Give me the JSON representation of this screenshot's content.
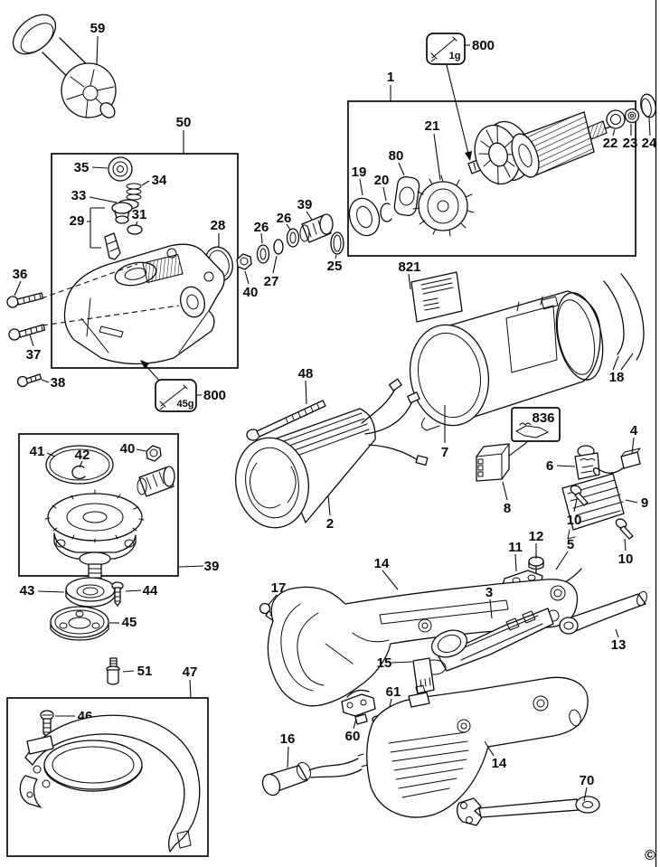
{
  "diagram": {
    "kind": "exploded-parts-diagram",
    "subject": "angle-grinder",
    "copyright_symbol": "©",
    "ink_color": "#0a0a0a",
    "paper_color": "#ffffff"
  },
  "part_numbers": {
    "side_handle": "59",
    "gearcase_group": "50",
    "bearing_35": "35",
    "spring_34": "34",
    "ring_33": "33",
    "spindle_lock_29": "29",
    "o_ring_31": "31",
    "ring_28": "28",
    "screw_36": "36",
    "screw_37": "37",
    "screw_38": "38",
    "grease_gear_ref": "800",
    "grease_gear_qty": "45g",
    "nut_40_top": "40",
    "washer_26_a": "26",
    "ring_27": "27",
    "washer_26_b": "26",
    "pinion_39_top": "39",
    "o_ring_25": "25",
    "armature_group": "1",
    "grease_arm_ref": "800",
    "grease_arm_qty": "1g",
    "bearing_19": "19",
    "clip_20": "20",
    "baffle_80": "80",
    "fan_21": "21",
    "bearing_22": "22",
    "washer_23": "23",
    "ring_24": "24",
    "nameplate_821": "821",
    "housing_7": "7",
    "clips_18": "18",
    "screw_48": "48",
    "field_2": "2",
    "brush_kit_836": "836",
    "block_8": "8",
    "brush_holder_6": "6",
    "brush_4": "4",
    "cover_9": "9",
    "screw_10_a": "10",
    "screw_10_b": "10",
    "nut_12": "12",
    "bracket_11": "11",
    "lead_5": "5",
    "gear_group_39": "39",
    "o_ring_41": "41",
    "clip_42": "42",
    "nut_40_b": "40",
    "flange_43": "43",
    "screw_44": "44",
    "flange_45": "45",
    "pin_51": "51",
    "guard_group_47": "47",
    "screw_46": "46",
    "screw_17": "17",
    "housing_upper_14": "14",
    "label_15": "15",
    "connector_61": "61",
    "switch_60": "60",
    "capacitor_16": "16",
    "module_3": "3",
    "boot_13": "13",
    "housing_lower_14": "14",
    "wrench_70": "70"
  }
}
